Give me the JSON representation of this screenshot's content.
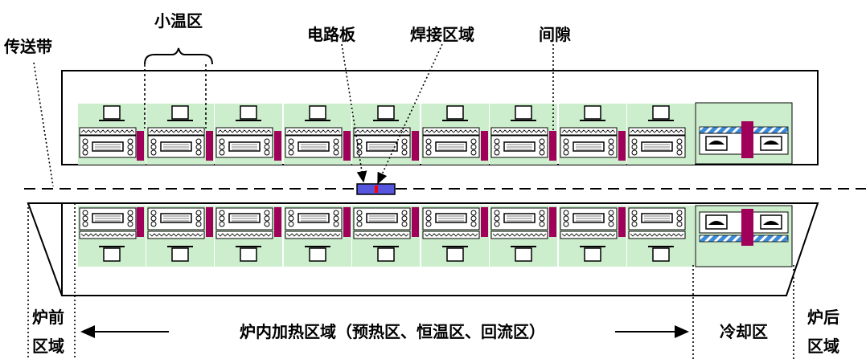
{
  "labels": {
    "small_zone": "小温区",
    "conveyor": "传送带",
    "circuit_board": "电路板",
    "weld_area": "焊接区域",
    "gap": "间隙",
    "front_zone_line1": "炉前",
    "front_zone_line2": "区域",
    "heating_zone": "炉内加热区域（预热区、恒温区、回流区）",
    "cooling_zone": "冷却区",
    "rear_zone_line1": "炉后",
    "rear_zone_line2": "区域"
  },
  "heating_zone_count": 9,
  "cooling_zone_count": 1,
  "colors": {
    "zone_fill": "#cdeecd",
    "separator": "#a0005a",
    "board": "#5555dd",
    "weld_point": "#ff0000",
    "cooler_stripe": "#3b8ad8"
  }
}
